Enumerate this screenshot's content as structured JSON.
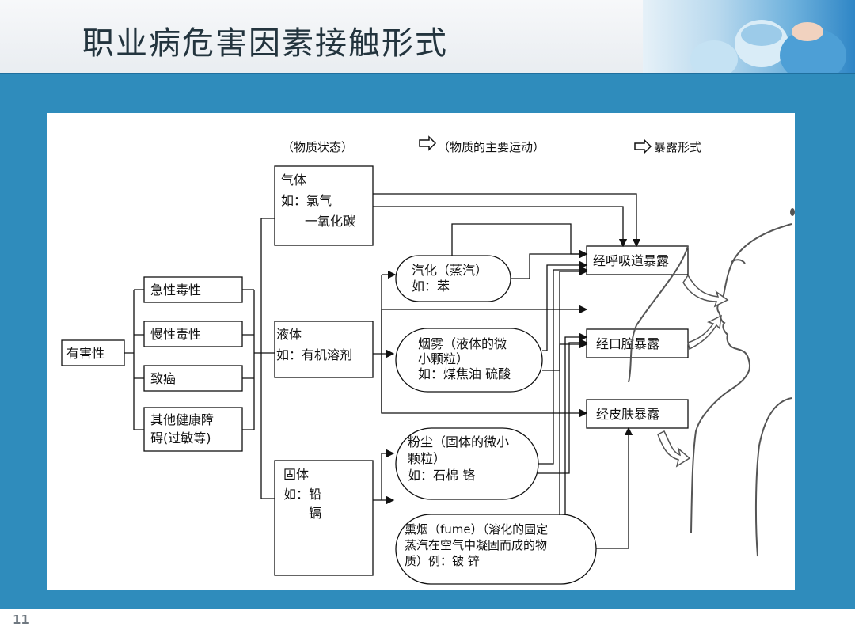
{
  "title": "职业病危害因素接触形式",
  "page_number": "11",
  "colors": {
    "band": "#2f8cbc",
    "title": "#23343e",
    "panel": "#ffffff"
  },
  "legend": {
    "state": "（物质状态）",
    "movement": "（物质的主要运动）",
    "exposure": "暴露形式"
  },
  "root": "有害性",
  "hazards": [
    "急性毒性",
    "慢性毒性",
    "致癌",
    "其他健康障",
    "碍(过敏等)"
  ],
  "states": {
    "gas": [
      "气体",
      "如：氯气",
      "一氧化碳"
    ],
    "liquid": [
      "液体",
      "如：有机溶剂"
    ],
    "solid": [
      "固体",
      "如：铅",
      "镉"
    ]
  },
  "forms": {
    "vapor": [
      "汽化（蒸汽）",
      "如：苯"
    ],
    "mist": [
      "烟雾（液体的微",
      "小颗粒）",
      "如：煤焦油 硫酸"
    ],
    "dust": [
      "粉尘（固体的微小",
      "颗粒）",
      "如：石棉 铬"
    ],
    "fume": [
      "熏烟（fume）（溶化的固定",
      "蒸汽在空气中凝固而成的物",
      "质）例：铍 锌"
    ]
  },
  "exposures": [
    "经呼吸道暴露",
    "经口腔暴露",
    "经皮肤暴露"
  ]
}
